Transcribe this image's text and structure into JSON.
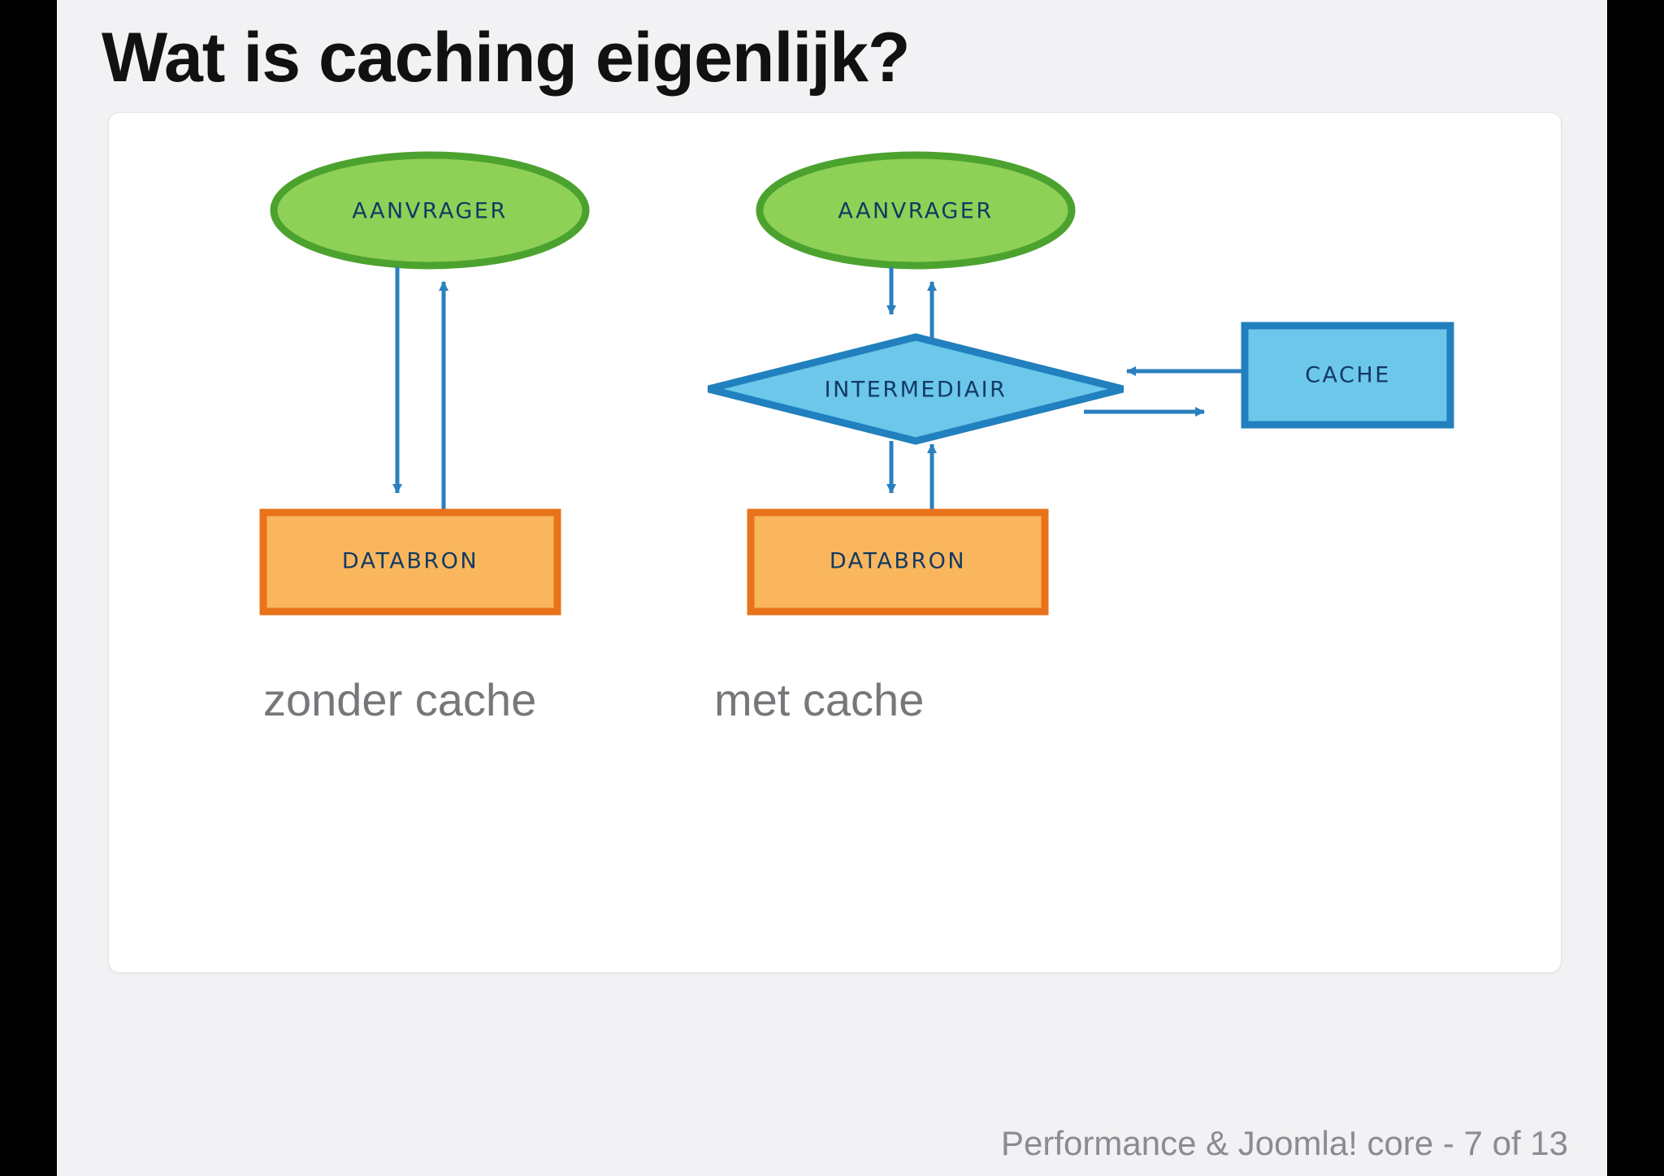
{
  "slide": {
    "title": "Wat is caching eigenlijk?",
    "footer": "Performance & Joomla! core - 7 of 13"
  },
  "diagram": {
    "left_panel": {
      "caption": "zonder cache",
      "nodes": {
        "requester": "AANVRAGER",
        "datasource": "DATABRON"
      }
    },
    "right_panel": {
      "caption": "met cache",
      "nodes": {
        "requester": "AANVRAGER",
        "intermediary": "INTERMEDIAIR",
        "datasource": "DATABRON",
        "cache": "CACHE"
      }
    },
    "colors": {
      "ellipse_fill": "#8ED156",
      "ellipse_stroke": "#4CA22E",
      "diamond_fill": "#6CC7EB",
      "diamond_stroke": "#2180BD",
      "box_fill": "#F9B65C",
      "box_stroke": "#E8731A",
      "cache_fill": "#6CC7EB",
      "cache_stroke": "#2180BD",
      "arrow": "#2B80BF",
      "label_text": "#123A63",
      "caption_text": "#77777B",
      "title_text": "#111111",
      "footer_text": "#8B8B90",
      "slide_bg": "#F2F2F4",
      "card_bg": "#FFFFFF"
    }
  }
}
